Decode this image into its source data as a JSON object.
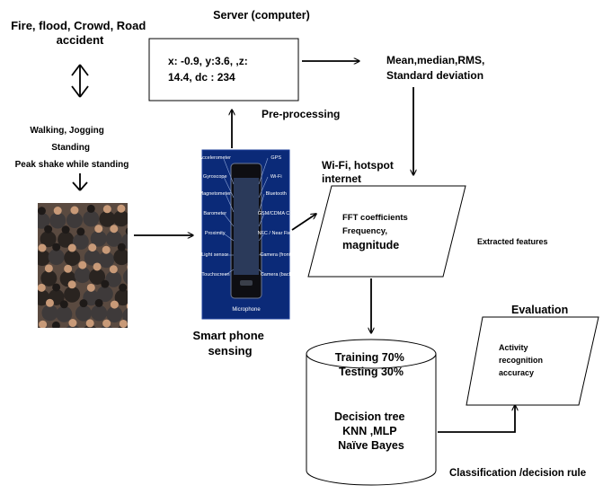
{
  "events_label": [
    "Fire, flood, Crowd, Road",
    "accident"
  ],
  "activities": [
    "Walking, Jogging",
    "Standing",
    "Peak shake while standing"
  ],
  "server": {
    "title": "Server (computer)",
    "reading": [
      "x:   -0.9,   y:3.6,    ,z:",
      "14.4, dc  : 234"
    ]
  },
  "stats_label": [
    "Mean,median,RMS,",
    "Standard  deviation"
  ],
  "preprocessing_label": "Pre-processing",
  "wifi_label": [
    "Wi-Fi,  hotspot",
    "internet"
  ],
  "features_box": [
    "FFT coefficients",
    "Frequency,",
    "magnitude"
  ],
  "extracted_features_label": "Extracted features",
  "smartphone_label": [
    "Smart phone",
    "sensing"
  ],
  "phone_sensors": {
    "left": [
      "Accelerometer",
      "Gyroscope",
      "Magnetometer",
      "Barometer",
      "Proximity",
      "Light sensor",
      "Touchscreen"
    ],
    "right": [
      "GPS",
      "Wi-Fi",
      "Bluetooth",
      "GSM/CDMA Cell",
      "NFC / Near Field",
      "Camera (front)",
      "Camera (back)"
    ],
    "bottom": "Microphone"
  },
  "database": {
    "split": [
      "Training 70%",
      "Testing 30%"
    ],
    "classifiers": [
      "Decision tree",
      "KNN ,MLP",
      "Naïve Bayes"
    ]
  },
  "evaluation_title": "Evaluation",
  "evaluation_box": [
    "Activity",
    "recognition",
    "accuracy"
  ],
  "classification_label": "Classification /decision rule",
  "colors": {
    "line": "#000000",
    "phone_bg": "#0b2a78",
    "phone_text": "#ffffff",
    "crowd_dark": "#2a2420",
    "crowd_skin": "#c89a78"
  }
}
